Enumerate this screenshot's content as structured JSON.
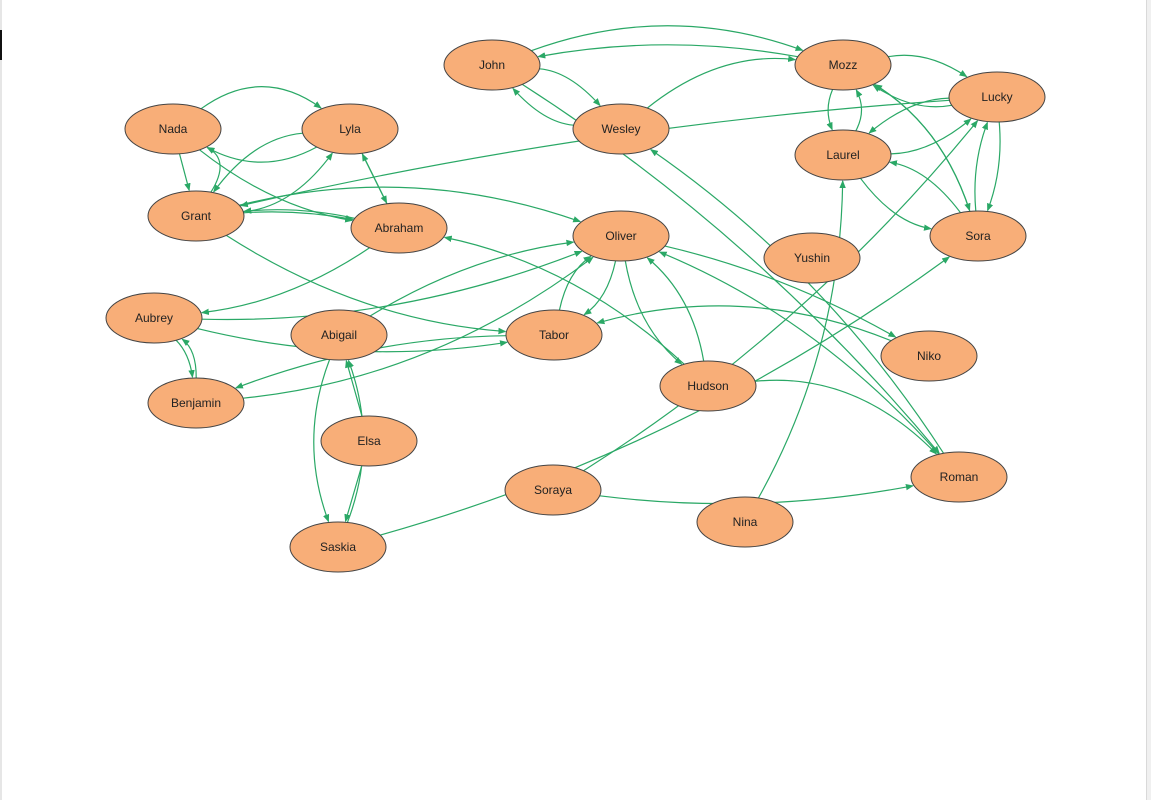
{
  "theme": {
    "node_fill": "#f8ae78",
    "node_stroke": "#444444",
    "edge_color": "#2aa866",
    "text_color": "#222222"
  },
  "nodes": [
    {
      "id": "john",
      "label": "John"
    },
    {
      "id": "mozz",
      "label": "Mozz"
    },
    {
      "id": "lucky",
      "label": "Lucky"
    },
    {
      "id": "nada",
      "label": "Nada"
    },
    {
      "id": "lyla",
      "label": "Lyla"
    },
    {
      "id": "wesley",
      "label": "Wesley"
    },
    {
      "id": "laurel",
      "label": "Laurel"
    },
    {
      "id": "grant",
      "label": "Grant"
    },
    {
      "id": "abraham",
      "label": "Abraham"
    },
    {
      "id": "oliver",
      "label": "Oliver"
    },
    {
      "id": "sora",
      "label": "Sora"
    },
    {
      "id": "yushin",
      "label": "Yushin"
    },
    {
      "id": "aubrey",
      "label": "Aubrey"
    },
    {
      "id": "abigail",
      "label": "Abigail"
    },
    {
      "id": "tabor",
      "label": "Tabor"
    },
    {
      "id": "niko",
      "label": "Niko"
    },
    {
      "id": "hudson",
      "label": "Hudson"
    },
    {
      "id": "benjamin",
      "label": "Benjamin"
    },
    {
      "id": "elsa",
      "label": "Elsa"
    },
    {
      "id": "roman",
      "label": "Roman"
    },
    {
      "id": "soraya",
      "label": "Soraya"
    },
    {
      "id": "nina",
      "label": "Nina"
    },
    {
      "id": "saskia",
      "label": "Saskia"
    }
  ],
  "edges": [
    {
      "from": "john",
      "to": "wesley"
    },
    {
      "from": "wesley",
      "to": "john"
    },
    {
      "from": "john",
      "to": "mozz"
    },
    {
      "from": "wesley",
      "to": "mozz"
    },
    {
      "from": "mozz",
      "to": "john"
    },
    {
      "from": "john",
      "to": "roman"
    },
    {
      "from": "mozz",
      "to": "lucky"
    },
    {
      "from": "lucky",
      "to": "mozz"
    },
    {
      "from": "mozz",
      "to": "laurel"
    },
    {
      "from": "mozz",
      "to": "sora"
    },
    {
      "from": "laurel",
      "to": "mozz"
    },
    {
      "from": "laurel",
      "to": "lucky"
    },
    {
      "from": "lucky",
      "to": "laurel"
    },
    {
      "from": "lucky",
      "to": "sora"
    },
    {
      "from": "sora",
      "to": "lucky"
    },
    {
      "from": "sora",
      "to": "laurel"
    },
    {
      "from": "laurel",
      "to": "sora"
    },
    {
      "from": "sora",
      "to": "mozz"
    },
    {
      "from": "nada",
      "to": "lyla"
    },
    {
      "from": "lyla",
      "to": "nada"
    },
    {
      "from": "nada",
      "to": "grant"
    },
    {
      "from": "grant",
      "to": "nada"
    },
    {
      "from": "nada",
      "to": "abraham"
    },
    {
      "from": "lyla",
      "to": "grant"
    },
    {
      "from": "grant",
      "to": "lyla"
    },
    {
      "from": "lyla",
      "to": "abraham"
    },
    {
      "from": "abraham",
      "to": "lyla"
    },
    {
      "from": "grant",
      "to": "abraham"
    },
    {
      "from": "abraham",
      "to": "grant"
    },
    {
      "from": "lucky",
      "to": "grant"
    },
    {
      "from": "grant",
      "to": "tabor"
    },
    {
      "from": "grant",
      "to": "oliver"
    },
    {
      "from": "abraham",
      "to": "aubrey"
    },
    {
      "from": "aubrey",
      "to": "benjamin"
    },
    {
      "from": "benjamin",
      "to": "aubrey"
    },
    {
      "from": "aubrey",
      "to": "tabor"
    },
    {
      "from": "aubrey",
      "to": "oliver"
    },
    {
      "from": "abigail",
      "to": "oliver"
    },
    {
      "from": "benjamin",
      "to": "oliver"
    },
    {
      "from": "tabor",
      "to": "benjamin"
    },
    {
      "from": "tabor",
      "to": "oliver"
    },
    {
      "from": "oliver",
      "to": "tabor"
    },
    {
      "from": "oliver",
      "to": "hudson"
    },
    {
      "from": "hudson",
      "to": "oliver"
    },
    {
      "from": "hudson",
      "to": "abraham"
    },
    {
      "from": "hudson",
      "to": "roman"
    },
    {
      "from": "oliver",
      "to": "niko"
    },
    {
      "from": "niko",
      "to": "tabor"
    },
    {
      "from": "roman",
      "to": "wesley"
    },
    {
      "from": "roman",
      "to": "oliver"
    },
    {
      "from": "elsa",
      "to": "abigail"
    },
    {
      "from": "elsa",
      "to": "saskia"
    },
    {
      "from": "saskia",
      "to": "abigail"
    },
    {
      "from": "abigail",
      "to": "saskia"
    },
    {
      "from": "saskia",
      "to": "sora"
    },
    {
      "from": "soraya",
      "to": "lucky"
    },
    {
      "from": "soraya",
      "to": "roman"
    },
    {
      "from": "nina",
      "to": "laurel"
    }
  ]
}
